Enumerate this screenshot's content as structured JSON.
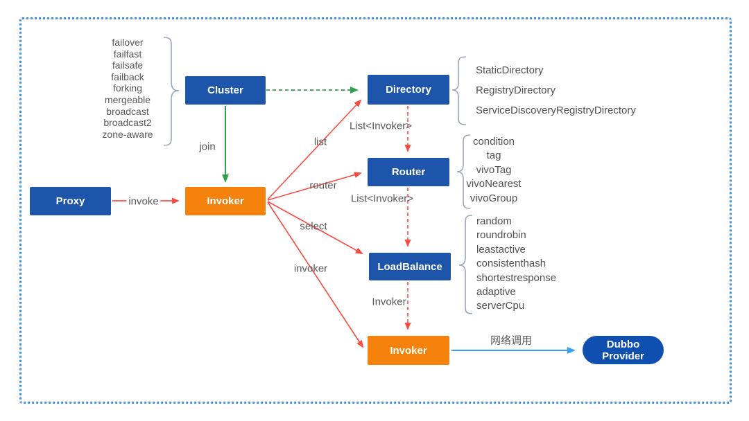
{
  "nodes": {
    "proxy": "Proxy",
    "cluster": "Cluster",
    "invoker_mid": "Invoker",
    "directory": "Directory",
    "router": "Router",
    "loadbalance": "LoadBalance",
    "invoker_bottom": "Invoker",
    "provider_line1": "Dubbo",
    "provider_line2": "Provider"
  },
  "lists": {
    "cluster_strategies": [
      "failover",
      "failfast",
      "failsafe",
      "failback",
      "forking",
      "mergeable",
      "broadcast",
      "broadcast2",
      "zone-aware"
    ],
    "directory_impls": [
      "StaticDirectory",
      "RegistryDirectory",
      "ServiceDiscoveryRegistryDirectory"
    ],
    "router_impls": [
      "condition",
      "tag",
      "vivoTag",
      "vivoNearest",
      "vivoGroup"
    ],
    "loadbalance_impls": [
      "random",
      "roundrobin",
      "leastactive",
      "consistenthash",
      "shortestresponse",
      "adaptive",
      "serverCpu"
    ]
  },
  "labels": {
    "join": "join",
    "invoke": "invoke",
    "list": "list",
    "router": "router",
    "select": "select",
    "invoker": "invoker",
    "list_invoker_top": "List<Invoker>",
    "list_invoker_mid": "List<Invoker>",
    "invoker_out": "Invoker",
    "network_call": "网络调用"
  },
  "colors": {
    "box_blue": "#1C55A9",
    "box_orange": "#F6820E",
    "provider_blue": "#0E4FB0",
    "arrow_red": "#F94B42",
    "arrow_green": "#2FA14C",
    "arrow_blue": "#3EA1F0",
    "frame_border_blue": "#3D90E8",
    "label_gray": "#57585A",
    "brace_gray": "#96A5BF"
  }
}
